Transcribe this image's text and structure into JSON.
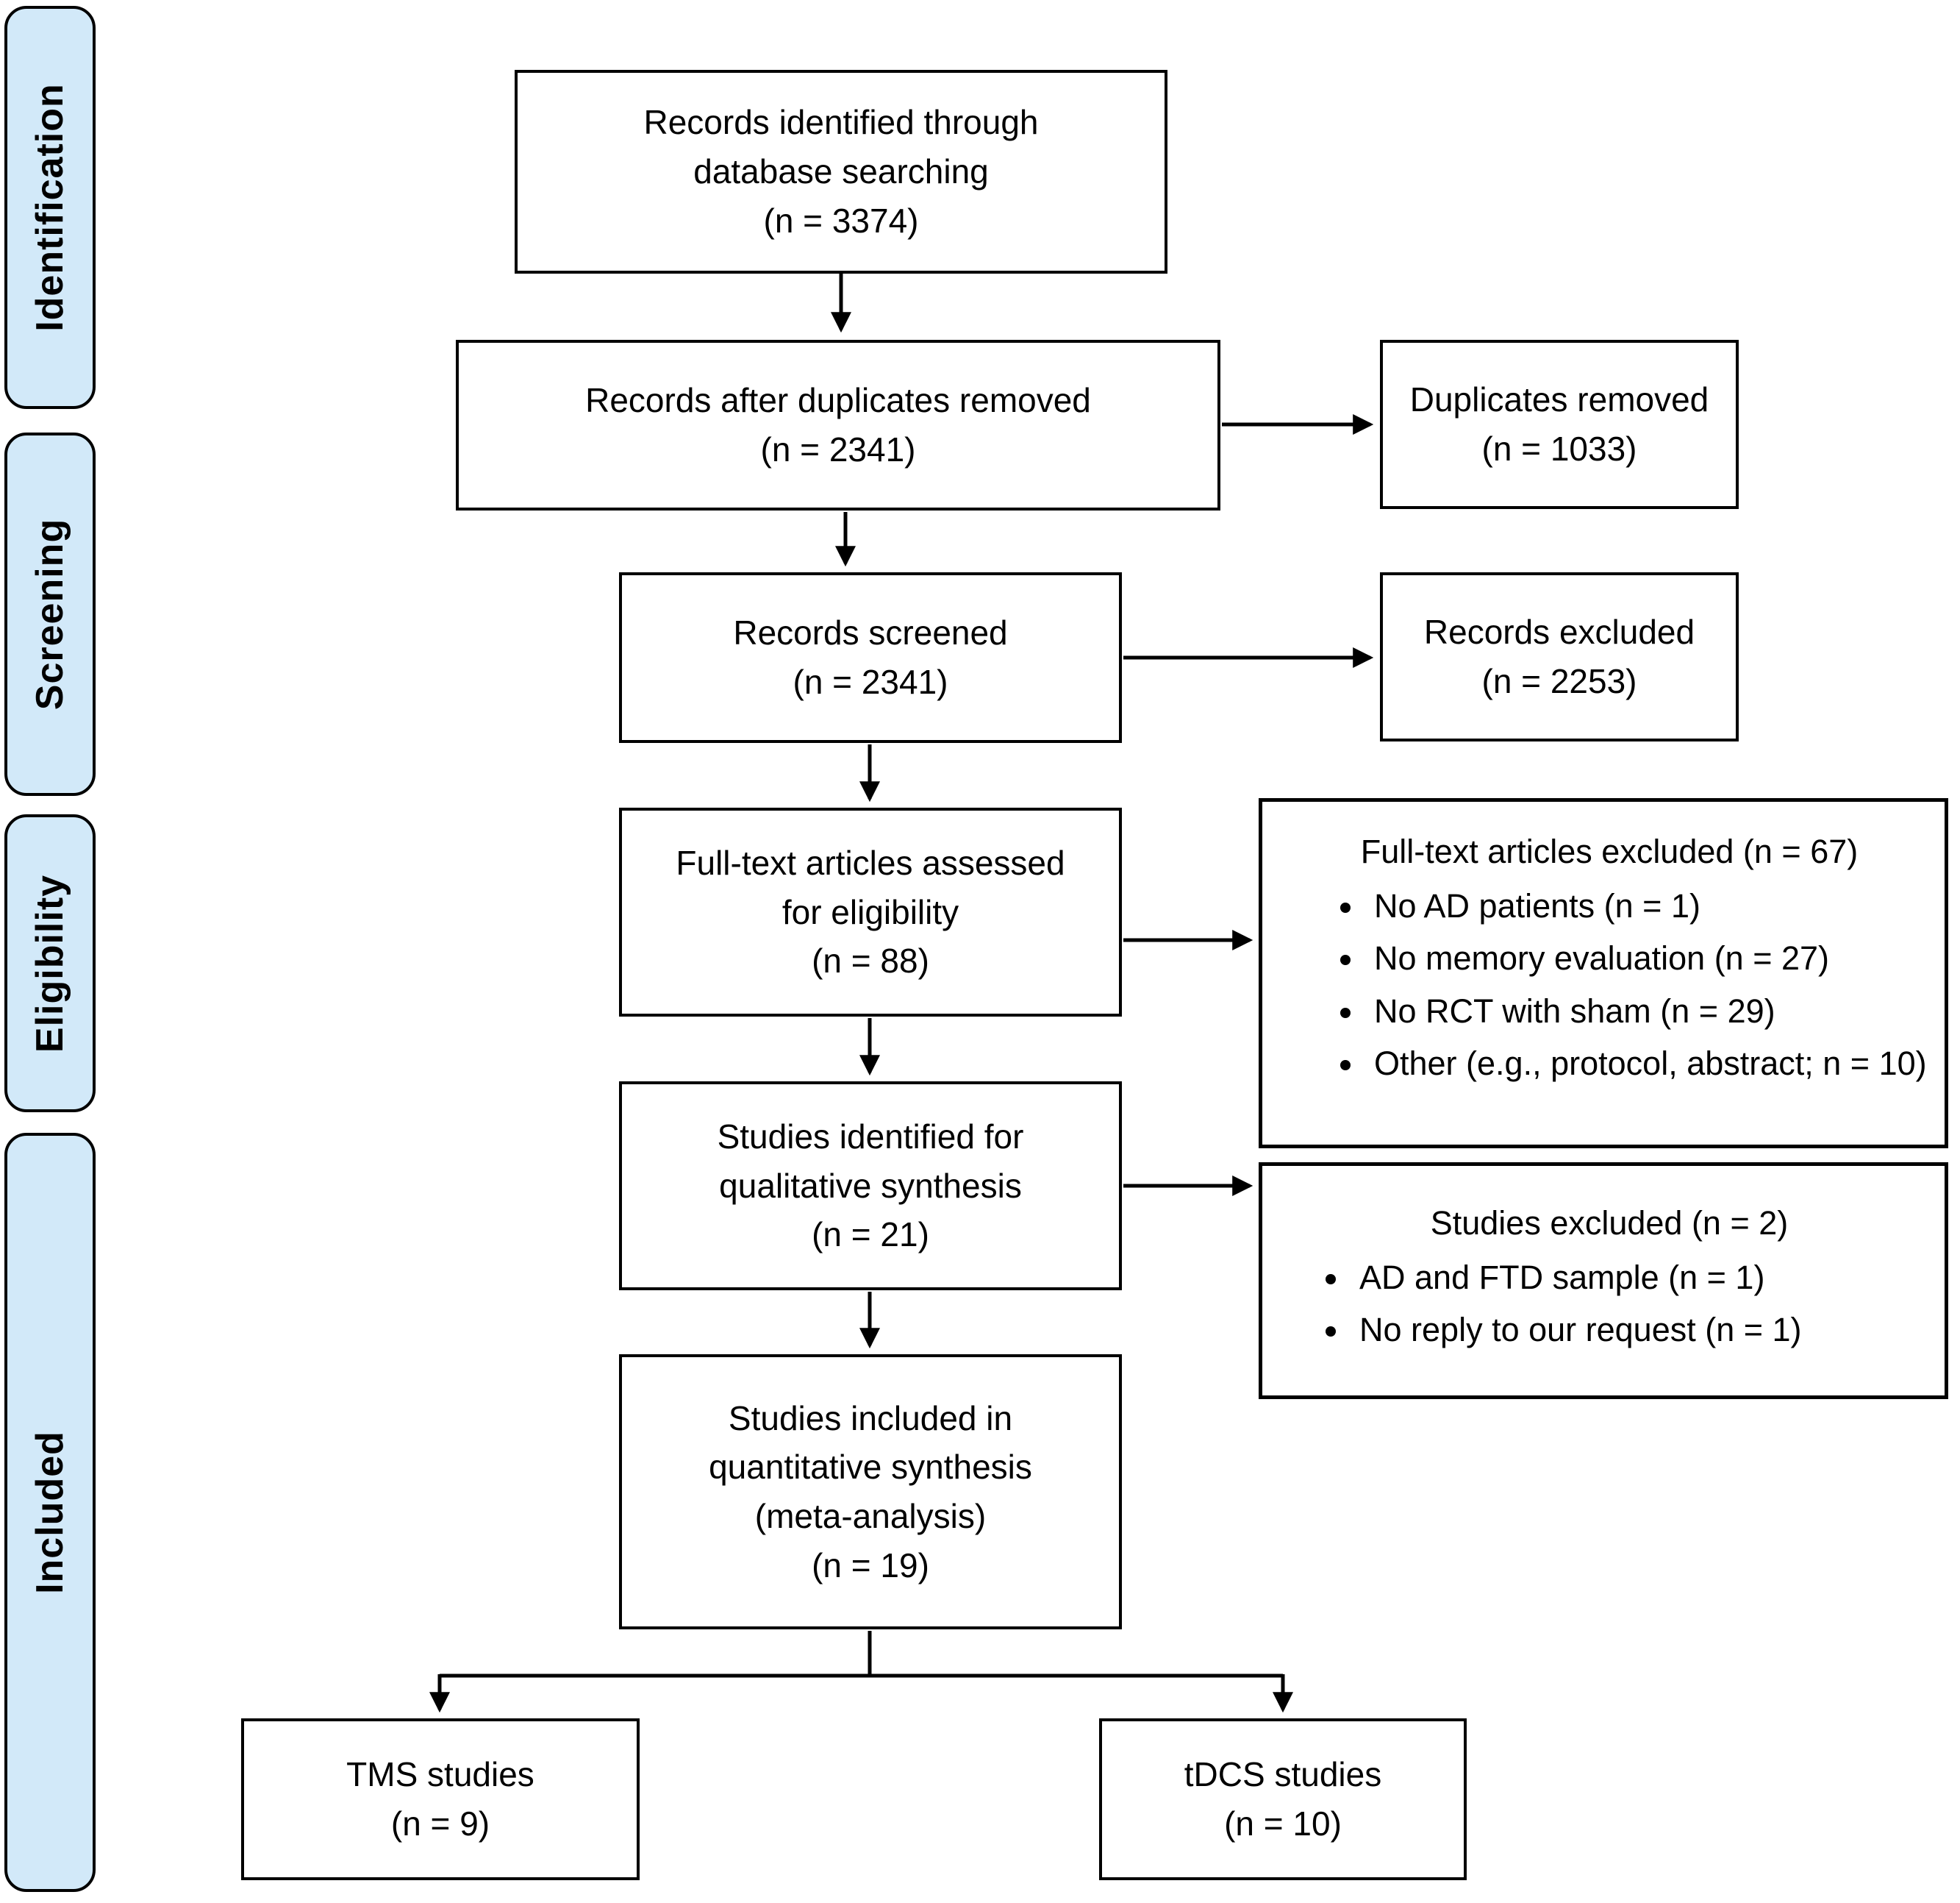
{
  "diagram": {
    "colors": {
      "stage_fill": "#d2e9f9",
      "border": "#000000",
      "background": "#ffffff"
    },
    "stages": [
      {
        "label": "Identification"
      },
      {
        "label": "Screening"
      },
      {
        "label": "Eligibility"
      },
      {
        "label": "Included"
      }
    ],
    "boxes": {
      "identified": {
        "lines": [
          "Records identified through",
          "database searching",
          "(n = 3374)"
        ]
      },
      "after_duplicates": {
        "lines": [
          "Records after duplicates removed",
          "(n = 2341)"
        ]
      },
      "duplicates_removed": {
        "lines": [
          "Duplicates removed",
          "(n = 1033)"
        ]
      },
      "screened": {
        "lines": [
          "Records screened",
          "(n = 2341)"
        ]
      },
      "records_excluded": {
        "lines": [
          "Records excluded",
          "(n = 2253)"
        ]
      },
      "fulltext_assessed": {
        "lines": [
          "Full-text articles assessed",
          "for eligibility",
          "(n = 88)"
        ]
      },
      "fulltext_excluded": {
        "title": "Full-text articles excluded (n = 67)",
        "bullets": [
          "No AD patients (n = 1)",
          "No memory evaluation (n = 27)",
          "No RCT with sham (n = 29)",
          "Other (e.g., protocol, abstract; n = 10)"
        ]
      },
      "qualitative": {
        "lines": [
          "Studies identified for",
          "qualitative synthesis",
          "(n = 21)"
        ]
      },
      "studies_excluded": {
        "title": "Studies excluded (n = 2)",
        "bullets": [
          "AD and FTD sample (n = 1)",
          "No reply to our request (n = 1)"
        ]
      },
      "quantitative": {
        "lines": [
          "Studies included in",
          "quantitative synthesis",
          "(meta-analysis)",
          "(n = 19)"
        ]
      },
      "tms": {
        "lines": [
          "TMS studies",
          "(n = 9)"
        ]
      },
      "tdcs": {
        "lines": [
          "tDCS studies",
          "(n = 10)"
        ]
      }
    }
  }
}
